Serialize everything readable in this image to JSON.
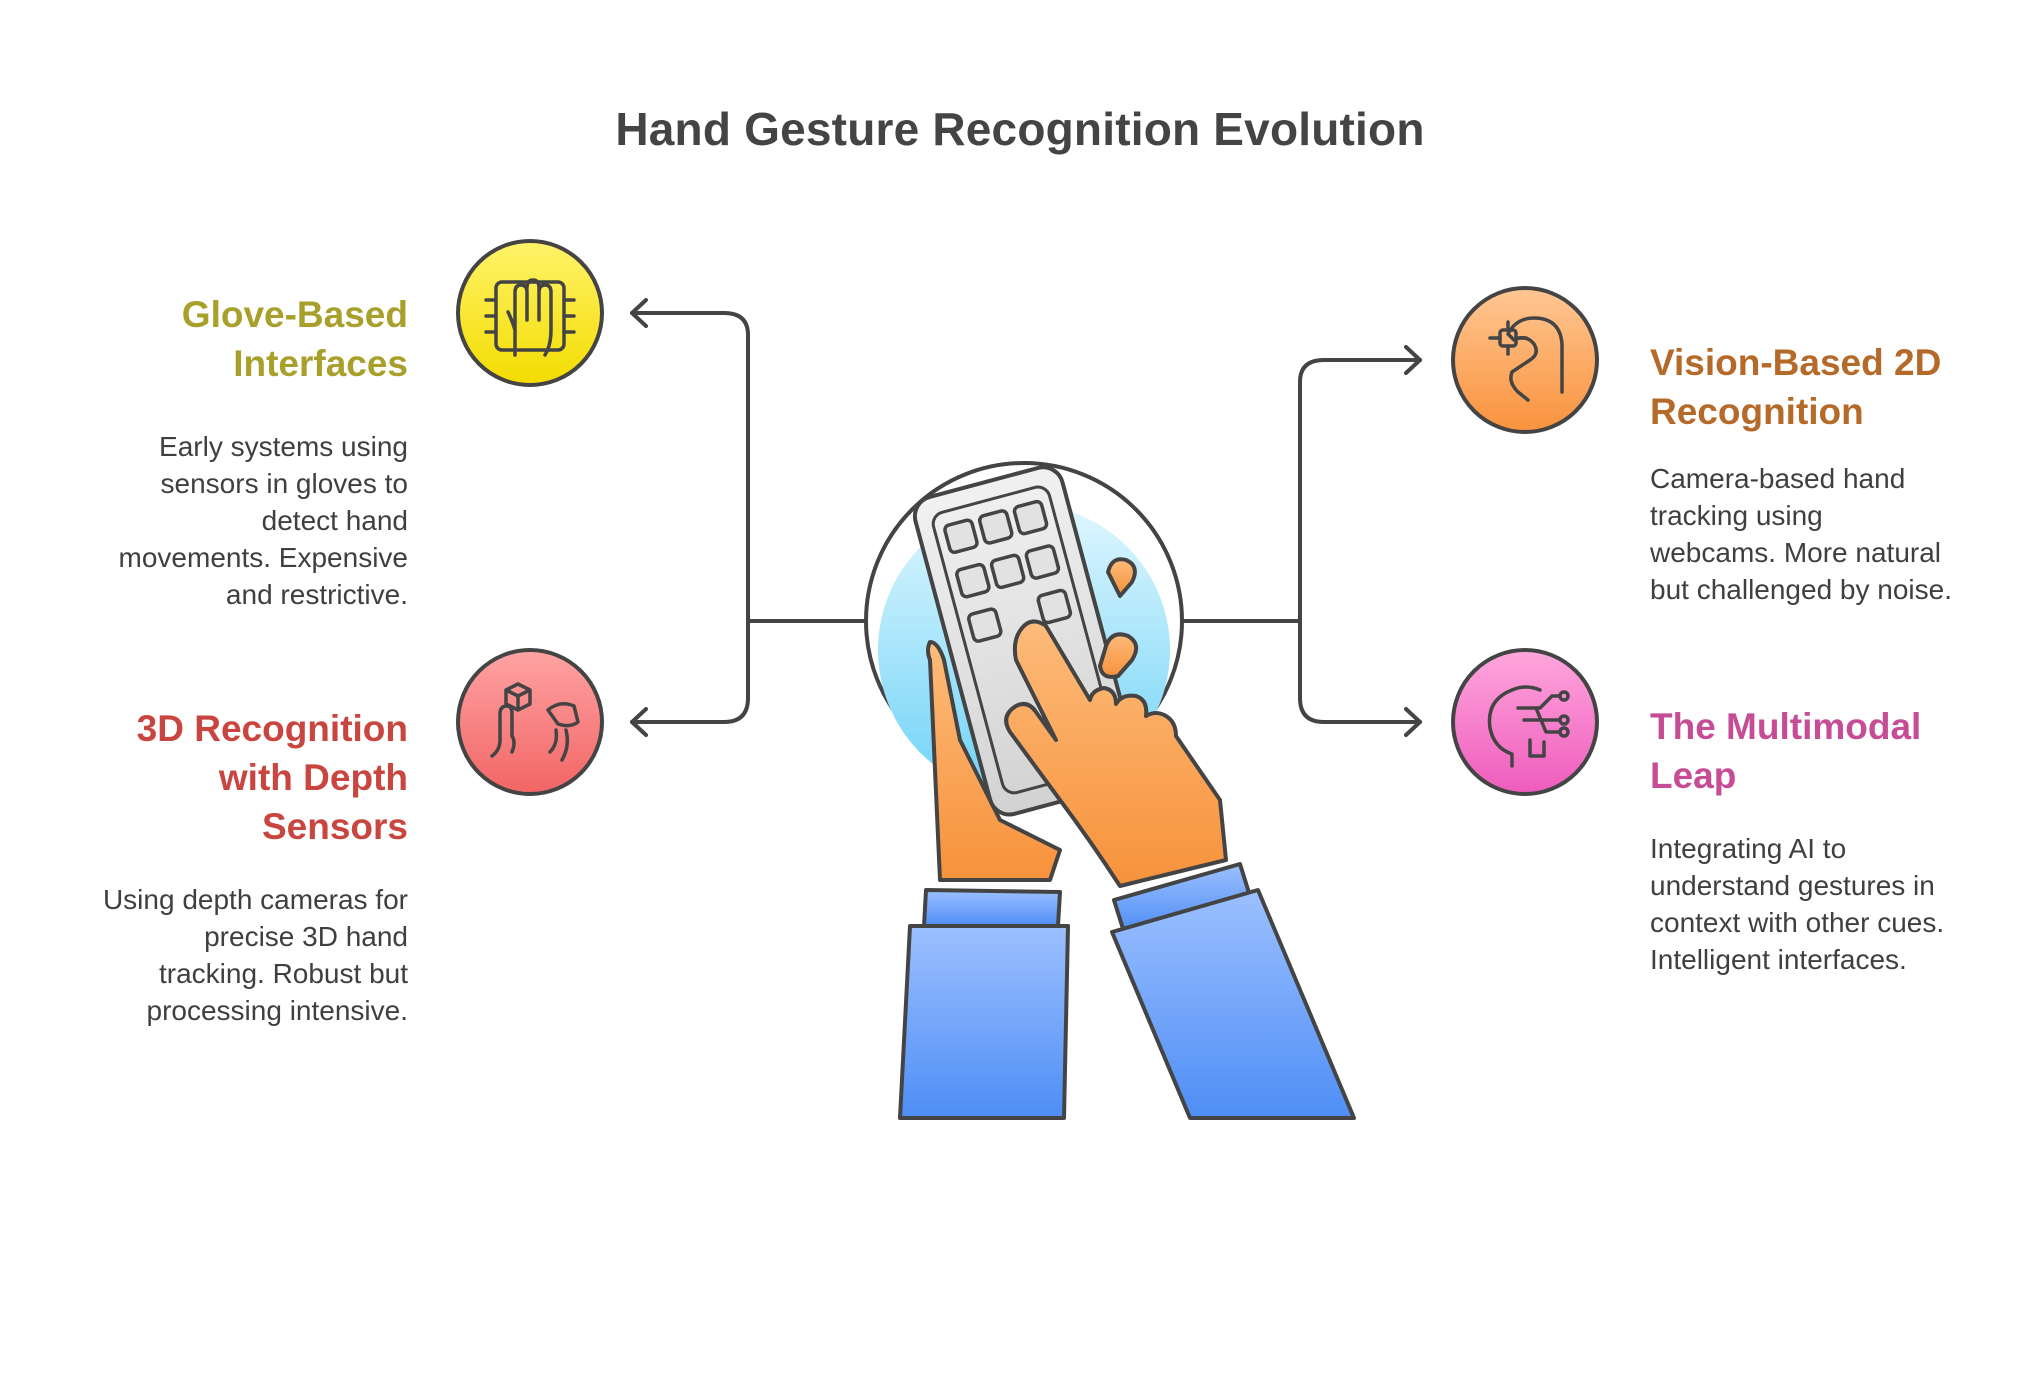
{
  "title": "Hand Gesture Recognition Evolution",
  "colors": {
    "connector": "#444444",
    "glove": "#a8a02a",
    "depth": "#c9453f",
    "vision": "#b56a2a",
    "multimodal": "#c74c96"
  },
  "items": [
    {
      "id": "glove",
      "heading": [
        "Glove-Based",
        "Interfaces"
      ],
      "description": [
        "Early systems using",
        "sensors in gloves to",
        "detect hand",
        "movements. Expensive",
        "and restrictive."
      ],
      "icon": "hand-sensor-icon",
      "side": "left"
    },
    {
      "id": "depth",
      "heading": [
        "3D Recognition",
        "with Depth",
        "Sensors"
      ],
      "description": [
        "Using depth cameras for",
        "precise 3D hand",
        "tracking. Robust but",
        "processing intensive."
      ],
      "icon": "depth-gesture-icon",
      "side": "left"
    },
    {
      "id": "vision",
      "heading": [
        "Vision-Based 2D",
        "Recognition"
      ],
      "description": [
        "Camera-based hand",
        "tracking using",
        "webcams. More natural",
        "but challenged by noise."
      ],
      "icon": "camera-hand-icon",
      "side": "right"
    },
    {
      "id": "multimodal",
      "heading": [
        "The Multimodal",
        "Leap"
      ],
      "description": [
        "Integrating AI to",
        "understand gestures in",
        "context with other cues.",
        "Intelligent interfaces."
      ],
      "icon": "ai-head-icon",
      "side": "right"
    }
  ],
  "center_icon": "hands-holding-keypad-icon"
}
